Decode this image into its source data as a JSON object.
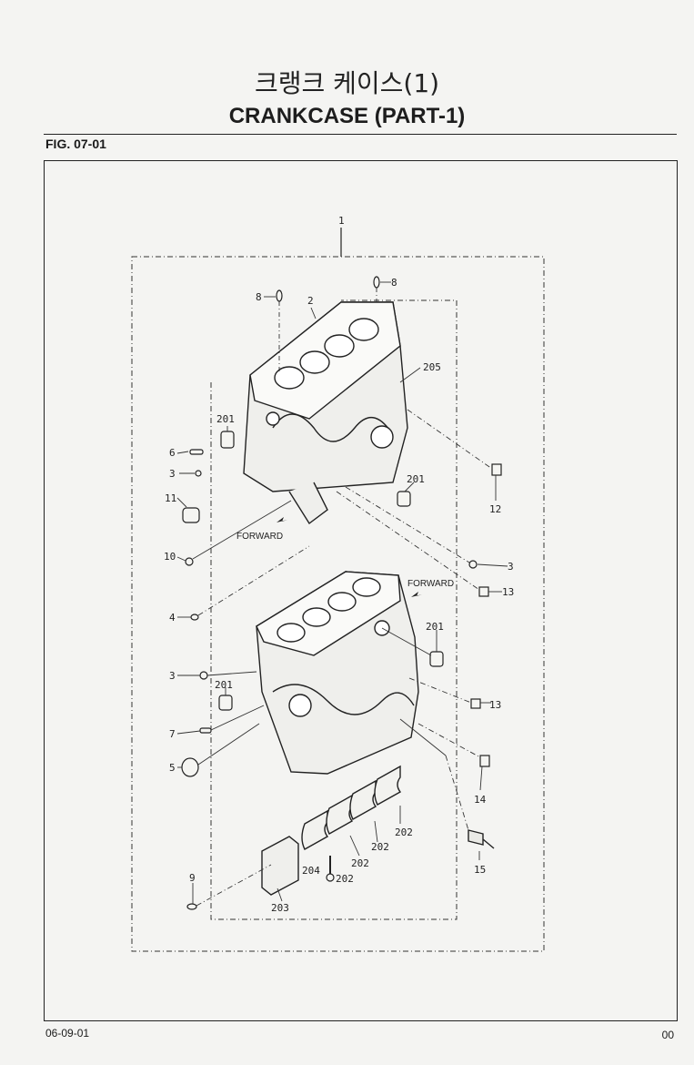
{
  "header": {
    "title_korean": "크랭크 케이스(1)",
    "title_english": "CRANKCASE (PART-1)",
    "figure_number": "FIG. 07-01"
  },
  "footer": {
    "date": "06-09-01",
    "page": "00"
  },
  "diagram": {
    "forward_label": "FORWARD",
    "callouts": [
      {
        "id": "c-1",
        "text": "1"
      },
      {
        "id": "c-2",
        "text": "2"
      },
      {
        "id": "c-8a",
        "text": "8"
      },
      {
        "id": "c-8b",
        "text": "8"
      },
      {
        "id": "c-205",
        "text": "205"
      },
      {
        "id": "c-201a",
        "text": "201"
      },
      {
        "id": "c-6",
        "text": "6"
      },
      {
        "id": "c-3a",
        "text": "3"
      },
      {
        "id": "c-11",
        "text": "11"
      },
      {
        "id": "c-201b",
        "text": "201"
      },
      {
        "id": "c-12",
        "text": "12"
      },
      {
        "id": "c-10",
        "text": "10"
      },
      {
        "id": "c-3b",
        "text": "3"
      },
      {
        "id": "c-13a",
        "text": "13"
      },
      {
        "id": "c-4",
        "text": "4"
      },
      {
        "id": "c-201c",
        "text": "201"
      },
      {
        "id": "c-3c",
        "text": "3"
      },
      {
        "id": "c-201d",
        "text": "201"
      },
      {
        "id": "c-13b",
        "text": "13"
      },
      {
        "id": "c-7",
        "text": "7"
      },
      {
        "id": "c-5",
        "text": "5"
      },
      {
        "id": "c-14",
        "text": "14"
      },
      {
        "id": "c-202a",
        "text": "202"
      },
      {
        "id": "c-202b",
        "text": "202"
      },
      {
        "id": "c-202c",
        "text": "202"
      },
      {
        "id": "c-9",
        "text": "9"
      },
      {
        "id": "c-204",
        "text": "204"
      },
      {
        "id": "c-202d",
        "text": "202"
      },
      {
        "id": "c-203",
        "text": "203"
      },
      {
        "id": "c-15",
        "text": "15"
      }
    ]
  }
}
